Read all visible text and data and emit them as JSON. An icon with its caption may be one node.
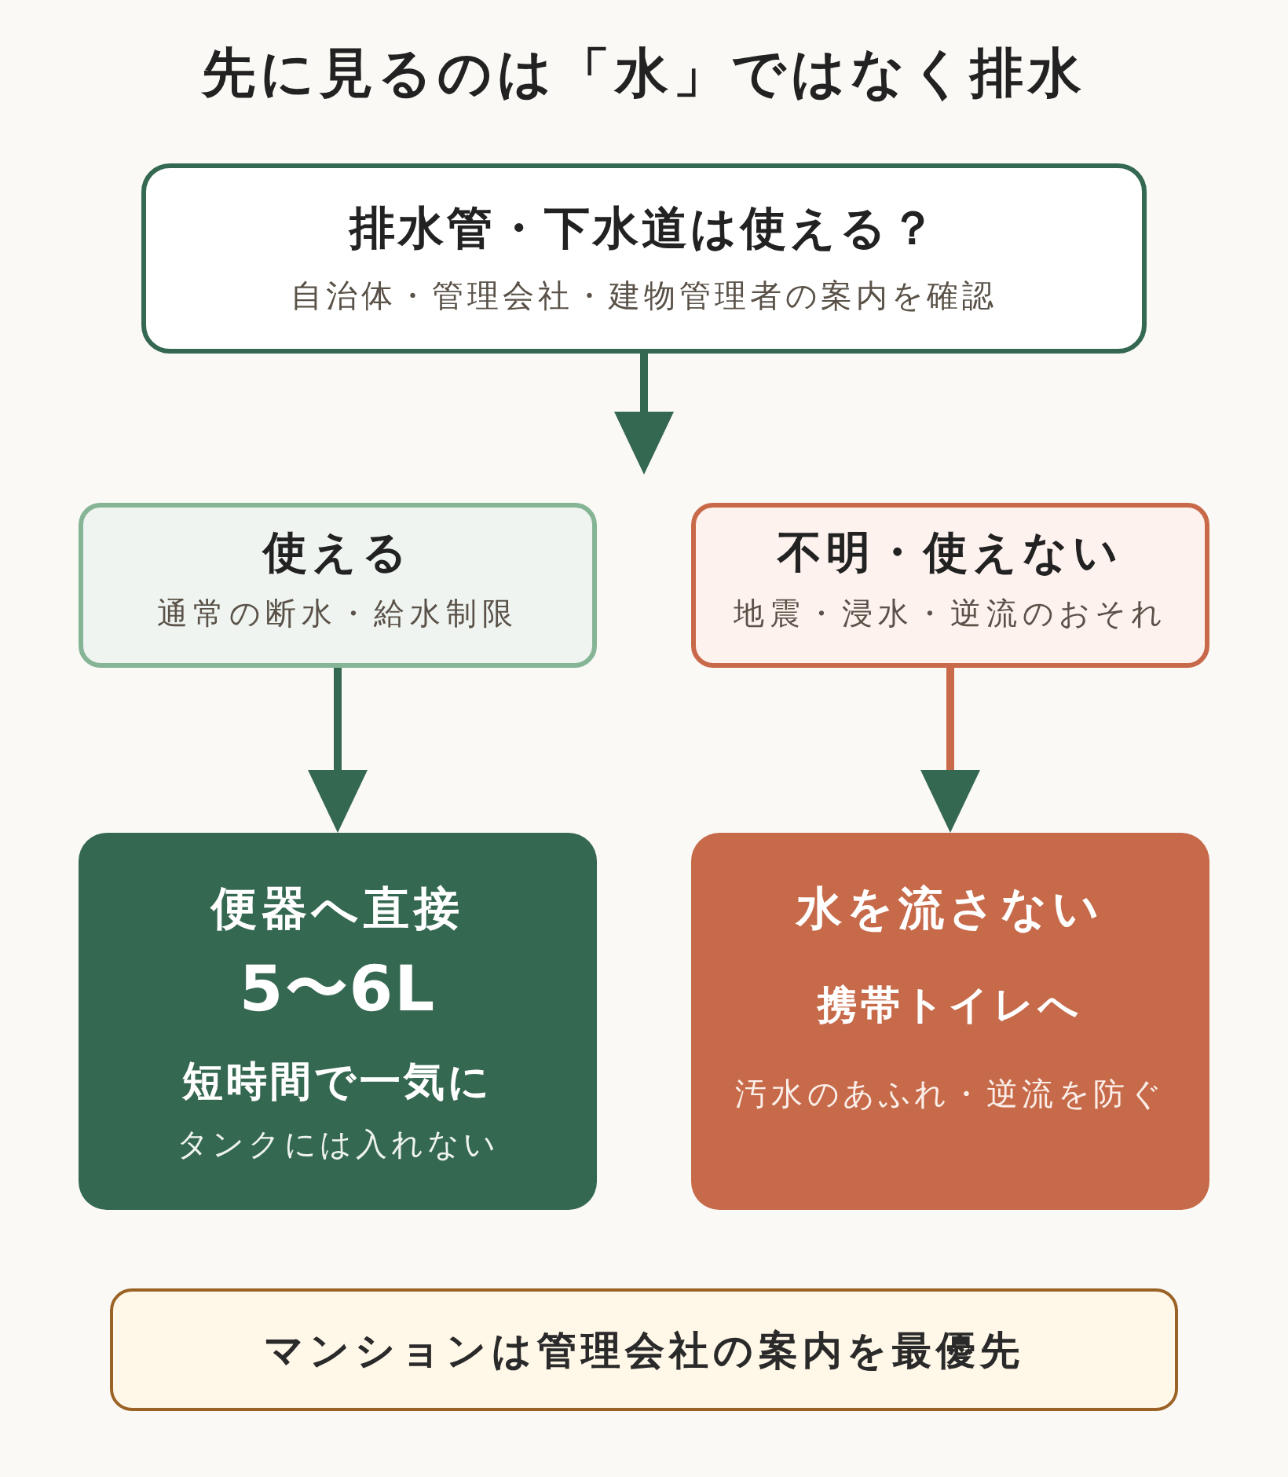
{
  "diagram": {
    "title": "先に見るのは「水」ではなく排水",
    "nodes": [
      {
        "text": [
          "排水管・下水道は使える？",
          "自治体・管理会社・建物管理者の案内を確認"
        ]
      },
      {
        "text": [
          "使える",
          "通常の断水・給水制限"
        ]
      },
      {
        "text": [
          "不明・使えない",
          "地震・浸水・逆流のおそれ"
        ]
      },
      {
        "text": [
          "便器へ直接",
          "5〜6L",
          "短時間で一気に",
          "タンクには入れない"
        ]
      },
      {
        "text": [
          "水を流さない",
          "携帯トイレへ",
          "汚水のあふれ・逆流を防ぐ"
        ]
      },
      {
        "text": [
          "マンションは管理会社の案内を最優先"
        ]
      }
    ],
    "edges": [
      {
        "from": 0,
        "to": 1,
        "arrow": "to"
      },
      {
        "from": 0,
        "to": 2,
        "arrow": "to"
      },
      {
        "from": 1,
        "to": 3,
        "arrow": "to"
      },
      {
        "from": 2,
        "to": 4,
        "arrow": "to",
        "color": "#c8694a"
      }
    ]
  }
}
